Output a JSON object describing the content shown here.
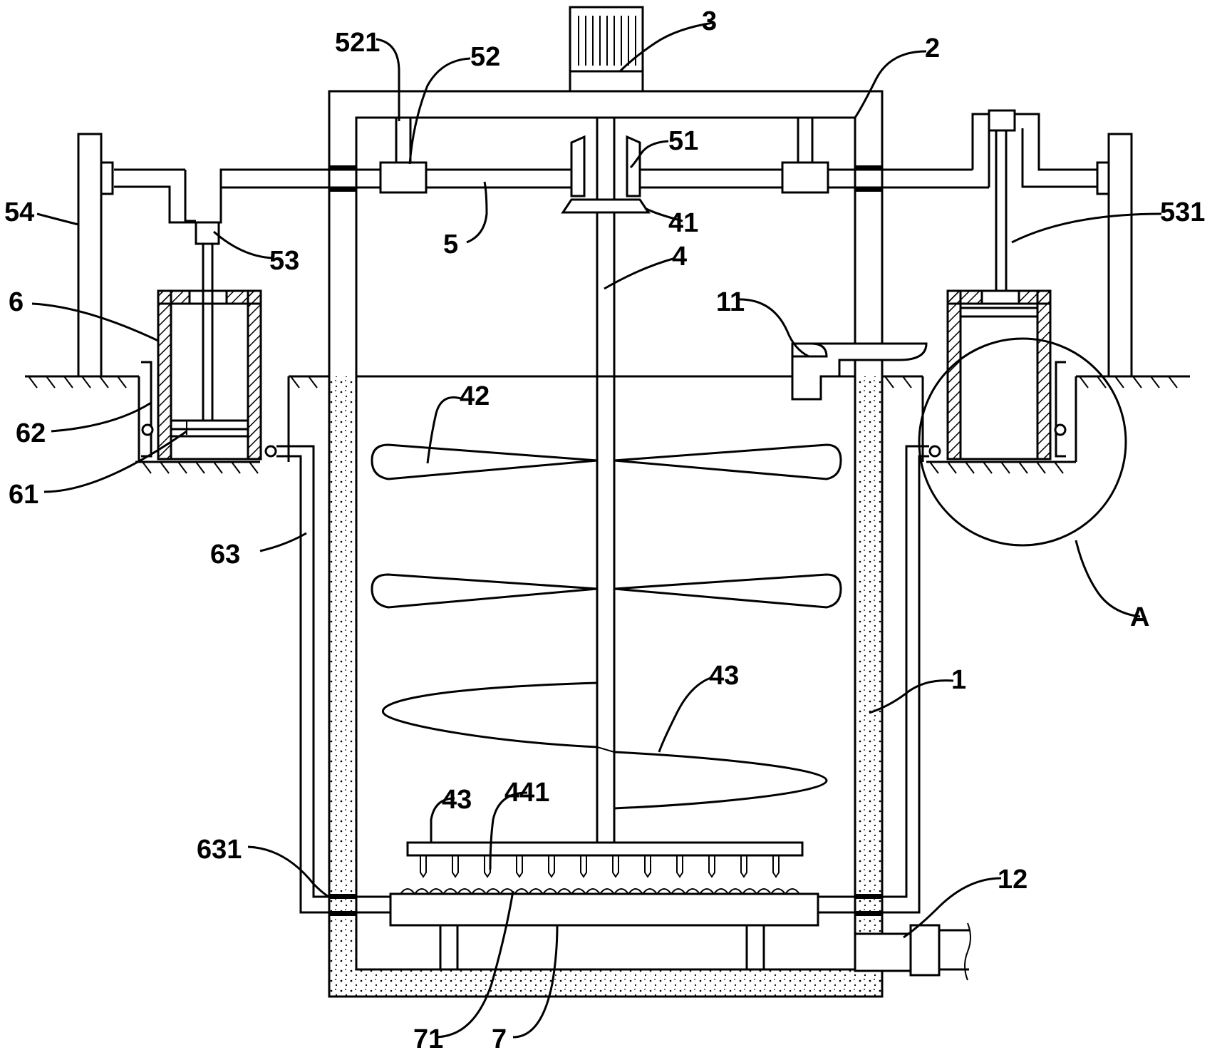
{
  "labels": {
    "l521": "521",
    "l52": "52",
    "l3": "3",
    "l2": "2",
    "l51": "51",
    "l54": "54",
    "l41": "41",
    "l531": "531",
    "l53": "53",
    "l5": "5",
    "l4": "4",
    "l6": "6",
    "l11": "11",
    "l42": "42",
    "l62": "62",
    "l61": "61",
    "l63": "63",
    "lA": "A",
    "l1": "1",
    "l43a": "43",
    "l43b": "43",
    "l441": "441",
    "l631": "631",
    "l12": "12",
    "l71": "71",
    "l7": "7"
  }
}
